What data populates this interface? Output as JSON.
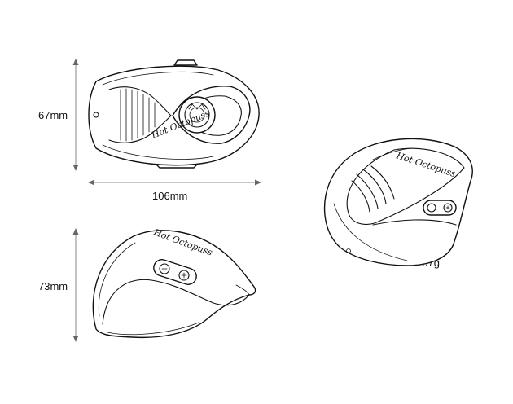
{
  "dimensions": {
    "height_top": "67mm",
    "width": "106mm",
    "height_side": "73mm",
    "weight": "187g"
  },
  "icons": {
    "brand": "logo-script-icon",
    "power": "power-button-icon",
    "plus": "plus-button-icon",
    "minus": "minus-button-icon",
    "charge_port": "charging-port-icon"
  }
}
